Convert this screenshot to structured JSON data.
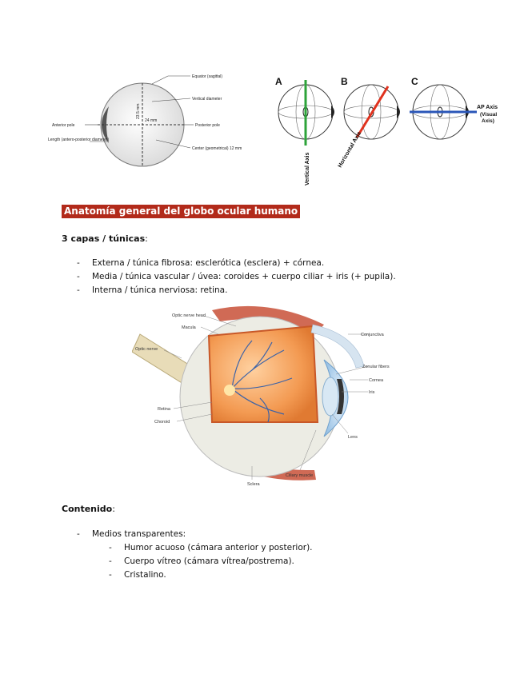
{
  "figure_top_left": {
    "labels": {
      "equator": "Equator (sagittal)",
      "vertical_diameter": "Vertical diameter",
      "anterior_pole": "Anterior pole",
      "posterior_pole": "Posterior pole",
      "length": "Length (antero-posterior diameter)",
      "center": "Center (geometrical) 12 mm",
      "dim_vertical": "23.5 mm",
      "dim_horizontal": "24 mm"
    }
  },
  "figure_top_right": {
    "panels": [
      "A",
      "B",
      "C"
    ],
    "axis_labels": {
      "vertical": "Vertical Axis",
      "horizontal": "Horizontal Axis",
      "ap": "AP Axis",
      "ap_sub1": "(Visual",
      "ap_sub2": "Axis)"
    },
    "colors": {
      "vertical": "#2da33a",
      "horizontal": "#e0321e",
      "ap": "#2a56b8"
    }
  },
  "section": {
    "title": "Anatomía general del globo ocular humano",
    "layers_label": "3 capas / túnicas",
    "layers": [
      "Externa / túnica fibrosa: esclerótica (esclera) + córnea.",
      "Media / túnica vascular / úvea: coroides + cuerpo ciliar + iris (+ pupila).",
      "Interna / túnica nerviosa: retina."
    ],
    "content_label": "Contenido",
    "content_items": [
      "Medios transparentes:"
    ],
    "content_subitems": [
      "Humor acuoso (cámara anterior y posterior).",
      "Cuerpo vítreo (cámara vítrea/postrema).",
      "Cristalino."
    ]
  },
  "figure_eye": {
    "labels": {
      "optic_nerve_head": "Optic nerve head",
      "macula": "Macula",
      "optic_nerve": "Optic nerve",
      "retina": "Retina",
      "choroid": "Choroid",
      "sclera": "Sclera",
      "ciliary_muscle": "Ciliary muscle",
      "lens": "Lens",
      "iris": "Iris",
      "cornea": "Cornea",
      "zonular_fibers": "Zonular fibers",
      "conjunctiva": "Conjunctiva"
    }
  }
}
